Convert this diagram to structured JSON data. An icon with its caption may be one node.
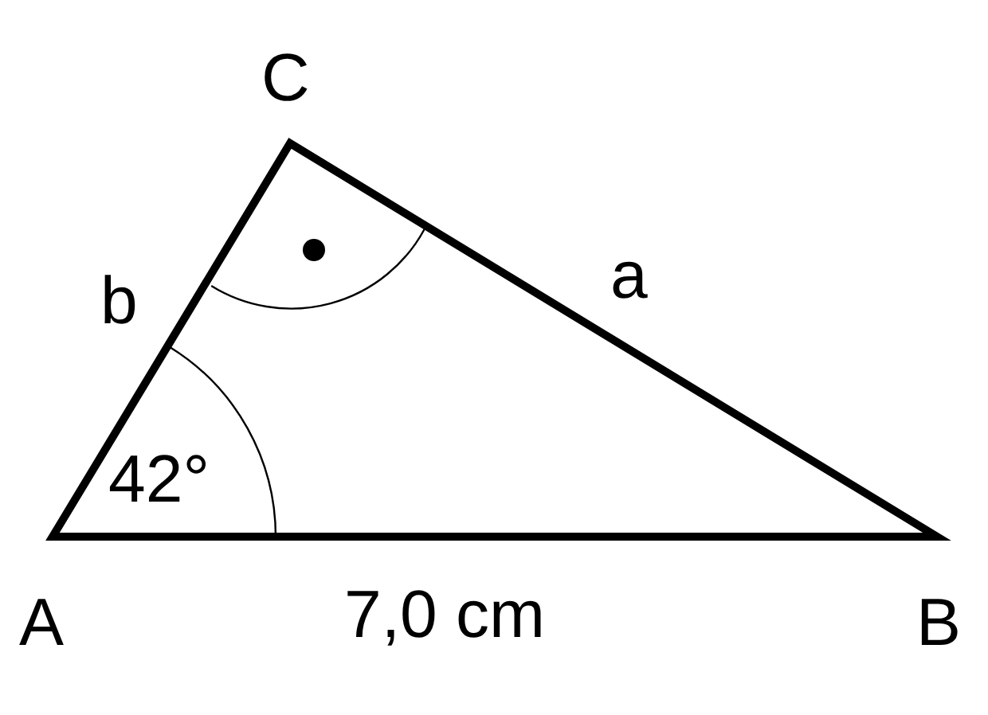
{
  "diagram": {
    "labels": [
      "C",
      "b",
      "a",
      "42°",
      "A",
      "7,0 cm",
      "B"
    ]
  }
}
